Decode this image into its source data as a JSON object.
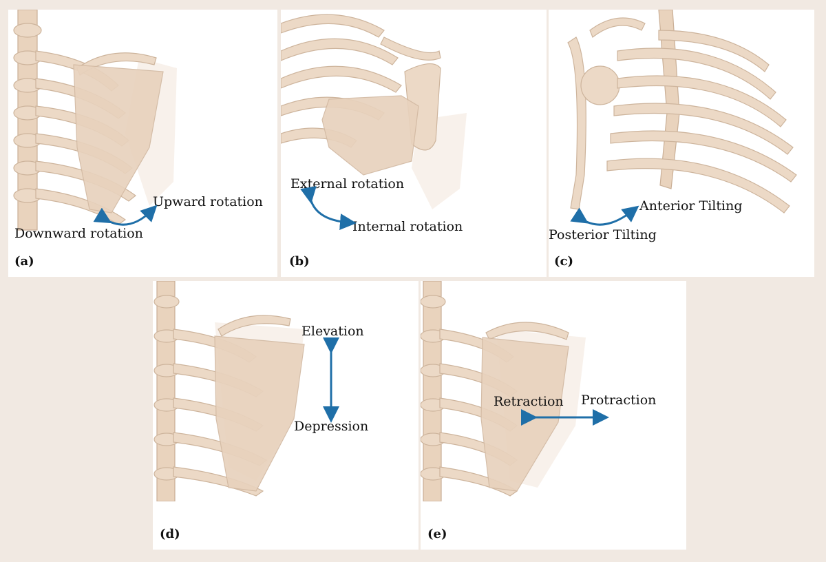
{
  "colors": {
    "arrow": "#1f6fa8",
    "background": "#f1e9e2",
    "bone": "#ecd9c6"
  },
  "panels": {
    "a": {
      "tag": "(a)",
      "label1": "Upward rotation",
      "label2": "Downward rotation"
    },
    "b": {
      "tag": "(b)",
      "label1": "External rotation",
      "label2": "Internal rotation"
    },
    "c": {
      "tag": "(c)",
      "label1": "Anterior Tilting",
      "label2": "Posterior Tilting"
    },
    "d": {
      "tag": "(d)",
      "label1": "Elevation",
      "label2": "Depression"
    },
    "e": {
      "tag": "(e)",
      "label1": "Retraction",
      "label2": "Protraction"
    }
  }
}
